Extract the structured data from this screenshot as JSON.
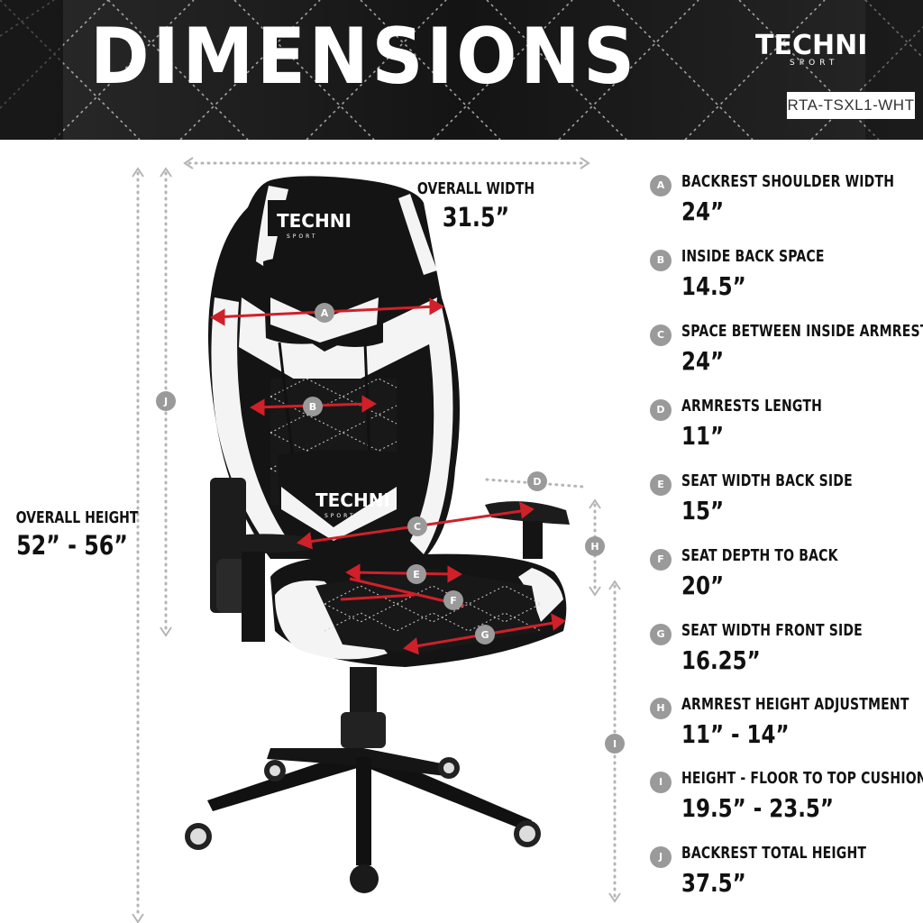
{
  "header": {
    "title": "DIMENSIONS",
    "brand": "TECHNI",
    "brand_sub": "SPORT",
    "model_code": "RTA-TSXL1-WHT"
  },
  "overall": {
    "width_label": "OVERALL WIDTH",
    "width_value": "31.5”",
    "height_label": "OVERALL HEIGHT",
    "height_value": "52” - 56”"
  },
  "chair": {
    "headrest_logo": "TECHNI",
    "lumbar_logo": "TECHNI",
    "logo_sub": "SPORT"
  },
  "specs": [
    {
      "letter": "A",
      "label": "BACKREST SHOULDER WIDTH",
      "value": "24”"
    },
    {
      "letter": "B",
      "label": "INSIDE BACK SPACE",
      "value": "14.5”"
    },
    {
      "letter": "C",
      "label": "SPACE BETWEEN INSIDE ARMRESTS",
      "value": "24”"
    },
    {
      "letter": "D",
      "label": "ARMRESTS LENGTH",
      "value": "11”"
    },
    {
      "letter": "E",
      "label": "SEAT WIDTH BACK SIDE",
      "value": "15”"
    },
    {
      "letter": "F",
      "label": "SEAT DEPTH TO BACK",
      "value": "20”"
    },
    {
      "letter": "G",
      "label": "SEAT WIDTH FRONT SIDE",
      "value": "16.25”"
    },
    {
      "letter": "H",
      "label": "ARMREST HEIGHT ADJUSTMENT",
      "value": "11” - 14”"
    },
    {
      "letter": "I",
      "label": "HEIGHT - FLOOR TO TOP CUSHION",
      "value": "19.5” - 23.5”"
    },
    {
      "letter": "J",
      "label": "BACKREST TOTAL HEIGHT",
      "value": "37.5”"
    }
  ],
  "colors": {
    "accent_red": "#d0202a",
    "badge_gray": "#9a9a9a",
    "leather_black": "#141414",
    "leather_white": "#f4f4f4"
  }
}
